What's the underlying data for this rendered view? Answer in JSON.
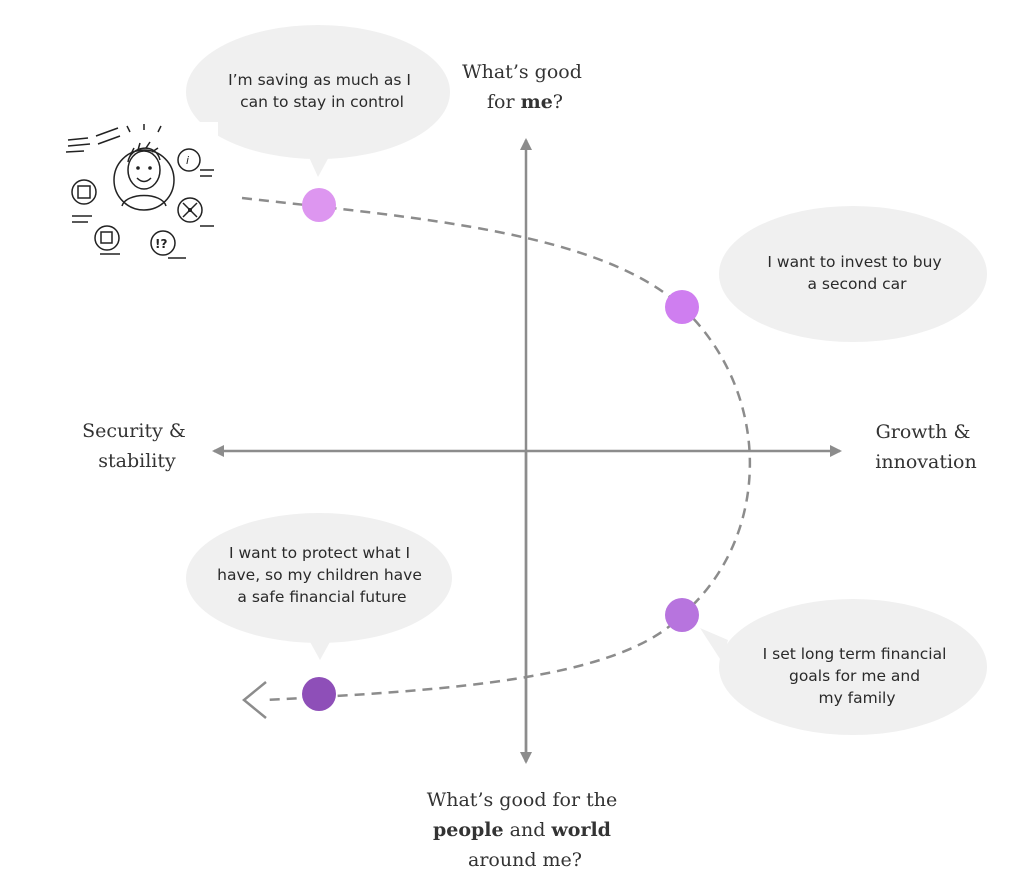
{
  "axes": {
    "top": {
      "line1": "What’s good",
      "line2_prefix": "for ",
      "line2_bold": "me",
      "line2_suffix": "?"
    },
    "left": {
      "line1": "Security &",
      "line2": "stability"
    },
    "right": {
      "line1": "Growth &",
      "line2": "innovation"
    },
    "bottom": {
      "line1": "What’s good for the",
      "line2_bold_a": "people",
      "line2_mid": " and ",
      "line2_bold_b": "world",
      "line3": "around me?"
    }
  },
  "bubbles": [
    {
      "lines": [
        "I’m saving as much as I",
        "can to stay in control"
      ]
    },
    {
      "lines": [
        "I want to invest to buy",
        "a second car"
      ]
    },
    {
      "lines": [
        "I want to protect what I",
        "have, so my children have",
        "a safe financial future"
      ]
    },
    {
      "lines": [
        "I set long term financial",
        "goals for me and",
        "my family"
      ]
    }
  ],
  "dots": [
    {
      "color": "#dd96f0"
    },
    {
      "color": "#cf7ef0"
    },
    {
      "color": "#b774de"
    },
    {
      "color": "#8e4fb8"
    }
  ],
  "colors": {
    "axis": "#8c8c8c",
    "path": "#8c8c8c",
    "bubble": "#f0f0f0"
  },
  "persona_icon": "persona-sketch-icon"
}
